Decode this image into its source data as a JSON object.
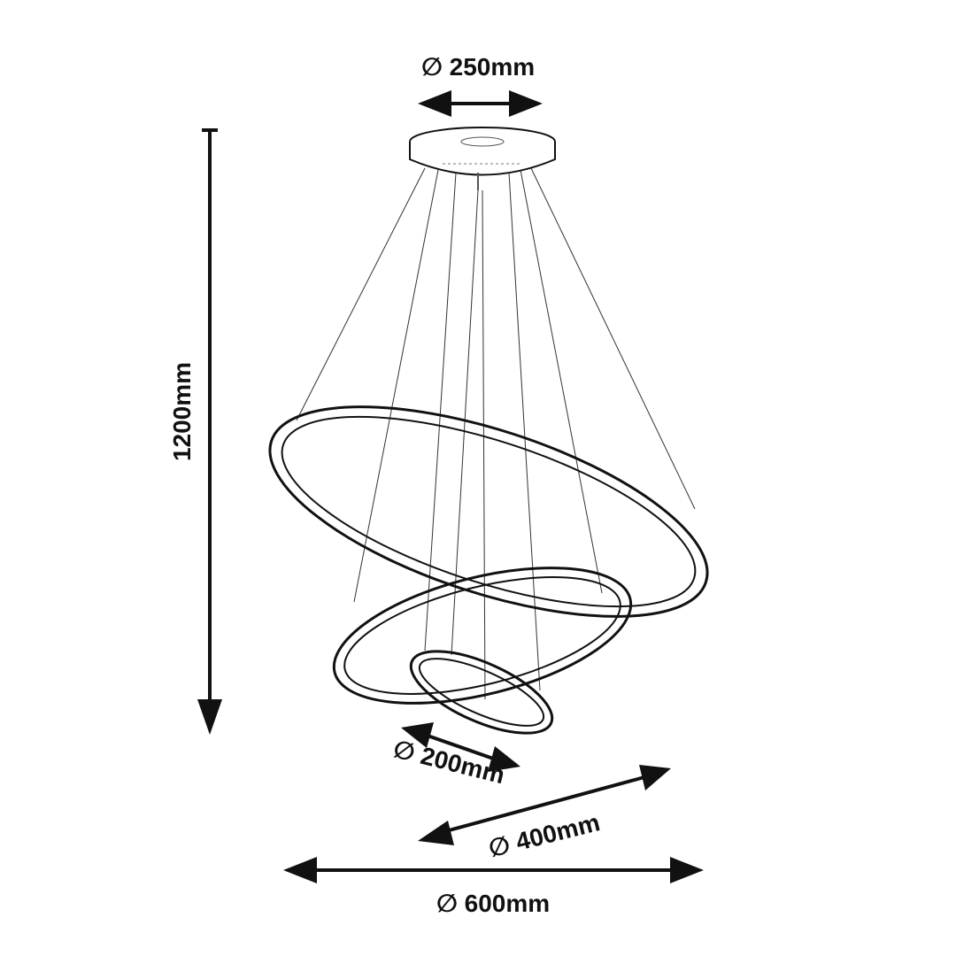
{
  "dimensions": {
    "canopy_diameter": "∅ 250mm",
    "height": "1200mm",
    "small_ring_diameter": "∅ 200mm",
    "middle_ring_diameter": "∅ 400mm",
    "large_ring_diameter": "∅ 600mm"
  },
  "colors": {
    "line": "#111111",
    "background": "#ffffff"
  }
}
